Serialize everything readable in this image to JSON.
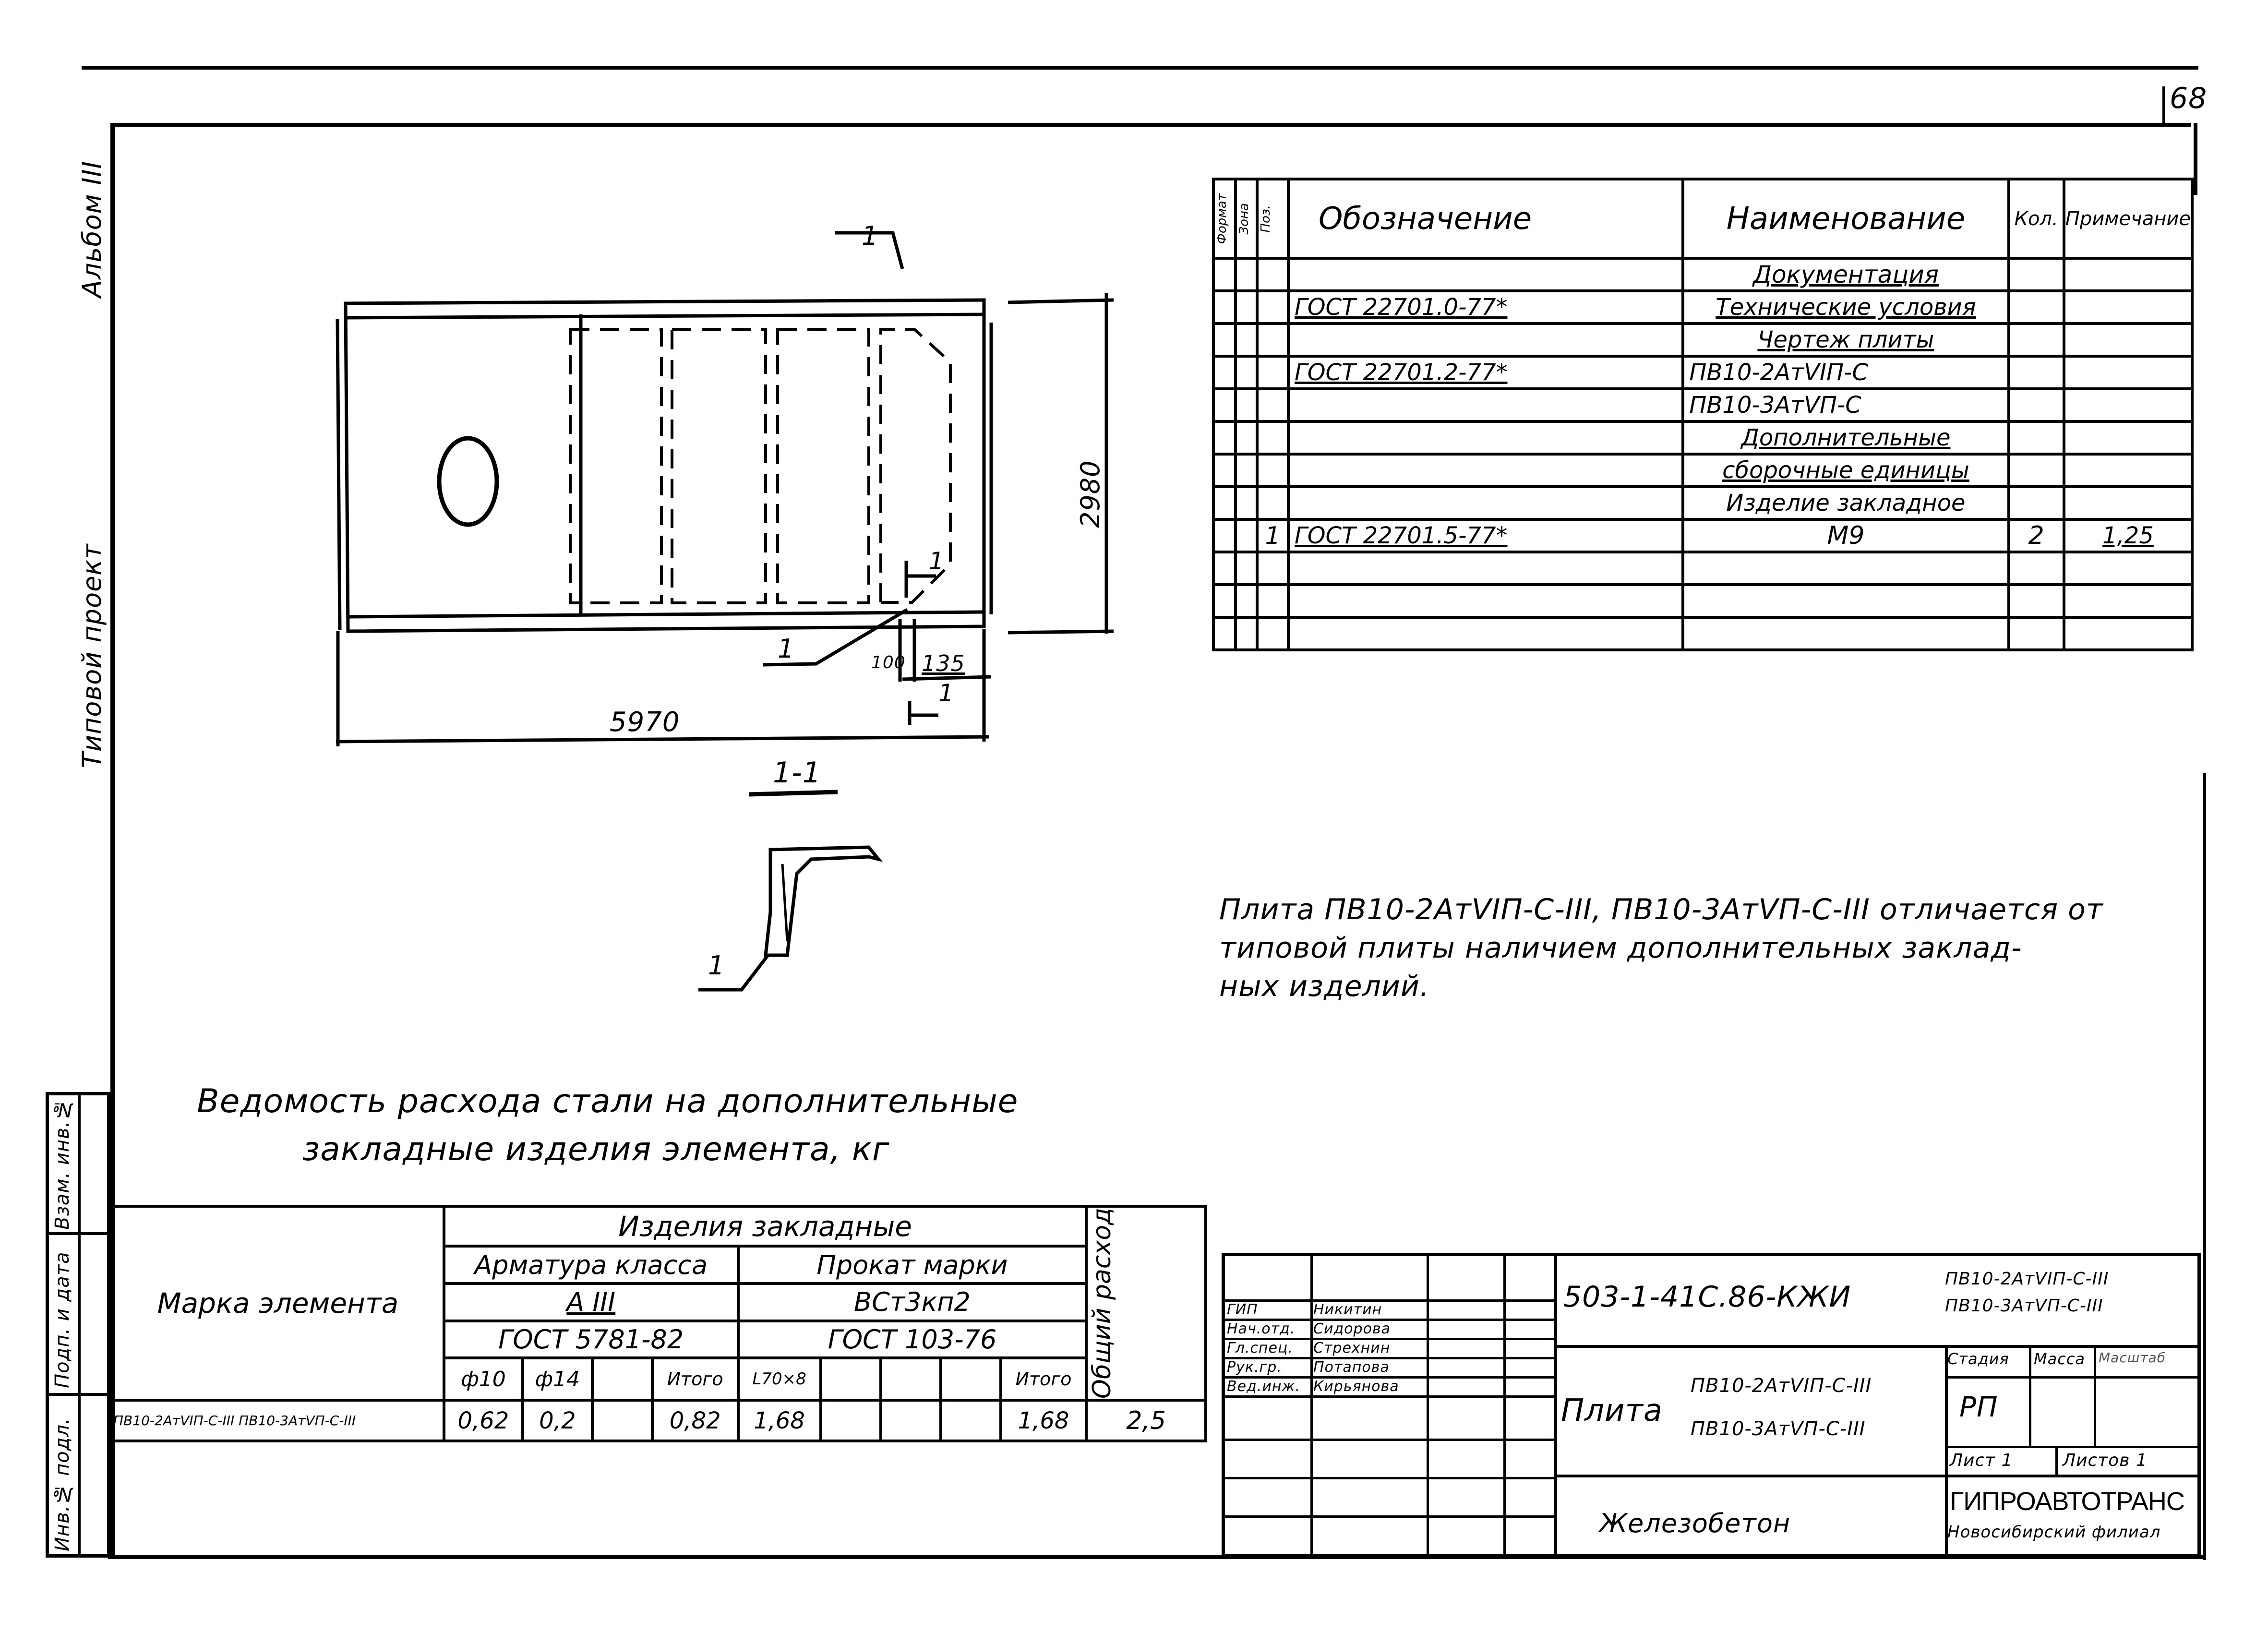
{
  "sheet": {
    "page_number": "68",
    "side_labels": {
      "album": "Альбом III",
      "typical_project": "Типовой проект"
    },
    "left_stamp": [
      "Инв.№ подл.",
      "Подп. и дата",
      "Взам. инв.№"
    ]
  },
  "drawing": {
    "dimension_length": "5970",
    "dimension_width": "2980",
    "dimension_100": "100",
    "dimension_135": "135",
    "callout_mark": "1",
    "section_arrow_label": "1",
    "section_title": "1-1"
  },
  "spec_table": {
    "headers": {
      "format": "Формат",
      "zone": "Зона",
      "pos": "Поз.",
      "designation": "Обозначение",
      "name": "Наименование",
      "qty": "Кол.",
      "note": "Примечание"
    },
    "rows": [
      {
        "pos": "",
        "designation": "",
        "name": "Документация",
        "underline": true,
        "qty": "",
        "note": ""
      },
      {
        "pos": "",
        "designation": "ГОСТ 22701.0-77*",
        "name": "Технические условия",
        "underline": false,
        "qty": "",
        "note": ""
      },
      {
        "pos": "",
        "designation": "",
        "name": "Чертеж плиты",
        "underline": false,
        "qty": "",
        "note": ""
      },
      {
        "pos": "",
        "designation": "ГОСТ 22701.2-77*",
        "name": "ПВ10-2АтVIП-С",
        "underline": false,
        "qty": "",
        "note": ""
      },
      {
        "pos": "",
        "designation": "",
        "name": "ПВ10-3АтVП-С",
        "underline": false,
        "qty": "",
        "note": ""
      },
      {
        "pos": "",
        "designation": "",
        "name": "Дополнительные",
        "underline": true,
        "qty": "",
        "note": ""
      },
      {
        "pos": "",
        "designation": "",
        "name": "сборочные единицы",
        "underline": true,
        "qty": "",
        "note": ""
      },
      {
        "pos": "",
        "designation": "",
        "name": "Изделие закладное",
        "underline": false,
        "qty": "",
        "note": ""
      },
      {
        "pos": "1",
        "designation": "ГОСТ 22701.5-77*",
        "name": "М9",
        "underline": false,
        "qty": "2",
        "note": "1,25"
      },
      {
        "pos": "",
        "designation": "",
        "name": "",
        "underline": false,
        "qty": "",
        "note": ""
      },
      {
        "pos": "",
        "designation": "",
        "name": "",
        "underline": false,
        "qty": "",
        "note": ""
      },
      {
        "pos": "",
        "designation": "",
        "name": "",
        "underline": false,
        "qty": "",
        "note": ""
      }
    ]
  },
  "note": {
    "line1": "Плита ПВ10-2АтVIП-С-III, ПВ10-3АтVП-С-III отличается от",
    "line2": "типовой плиты наличием дополнительных заклад-",
    "line3": "ных изделий."
  },
  "steel_table": {
    "title_line1": "Ведомость расхода стали на дополнительные",
    "title_line2": "закладные изделия элемента, кг",
    "headers": {
      "element_mark": "Марка элемента",
      "embedded_items": "Изделия закладные",
      "rebar_class": "Арматура класса",
      "rolled_grade": "Прокат марки",
      "rebar_class_value": "А III",
      "rolled_grade_value": "ВСт3кп2",
      "rebar_gost": "ГОСТ 5781-82",
      "rolled_gost": "ГОСТ 103-76",
      "total_consumption": "Общий расход",
      "cols": [
        "ф10",
        "ф14",
        "",
        "Итого",
        "L70×8",
        "",
        "",
        "",
        "",
        "Итого"
      ]
    },
    "rows": [
      {
        "mark": "ПВ10-2АтVIП-С-III ПВ10-3АтVП-С-III",
        "values": [
          "0,62",
          "0,2",
          "",
          "0,82",
          "1,68",
          "",
          "",
          "",
          "",
          "1,68"
        ],
        "total": "2,5"
      }
    ]
  },
  "title_block": {
    "doc_code": "503-1-41С.86-КЖИ",
    "doc_code_marks": [
      "ПВ10-2АтVIП-С-III",
      "ПВ10-3АтVП-С-III"
    ],
    "roles": [
      {
        "role": "ГИП",
        "name": "Никитин"
      },
      {
        "role": "Нач.отд.",
        "name": "Сидорова"
      },
      {
        "role": "Гл.спец.",
        "name": "Стрехнин"
      },
      {
        "role": "Рук.гр.",
        "name": "Потапова"
      },
      {
        "role": "Вед.инж.",
        "name": "Кирьянова"
      }
    ],
    "product_name": "Плита",
    "product_marks": [
      "ПВ10-2АтVIП-С-III",
      "ПВ10-3АтVП-С-III"
    ],
    "stage_label": "Стадия",
    "mass_label": "Масса",
    "scale_label": "Масштаб",
    "stage_value": "РП",
    "sheet_label": "Лист 1",
    "sheets_label": "Листов 1",
    "material": "Железобетон",
    "org_name": "ГИПРОАВТОТРАНС",
    "org_branch": "Новосибирский филиал"
  }
}
